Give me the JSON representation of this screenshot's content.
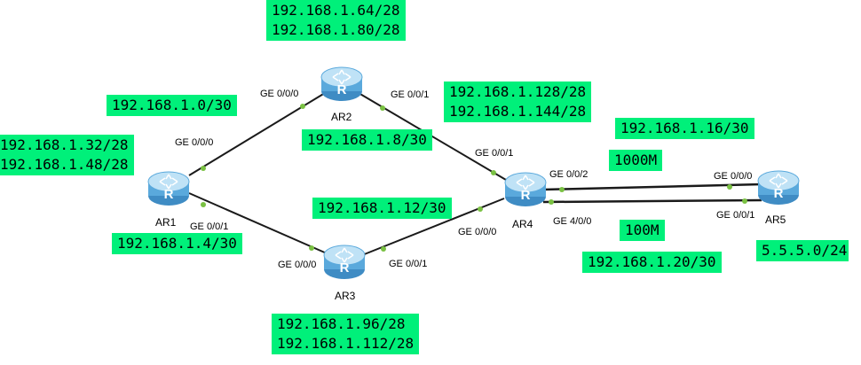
{
  "colors": {
    "label_bg": "#00f07a",
    "link": "#1a1a1a",
    "port_dot": "#7ac143",
    "router_body": "#5aa9dc",
    "router_top": "#bfe2f6"
  },
  "routers": {
    "ar1": "AR1",
    "ar2": "AR2",
    "ar3": "AR3",
    "ar4": "AR4",
    "ar5": "AR5"
  },
  "ports": {
    "ar1_g000": "GE 0/0/0",
    "ar1_g001": "GE 0/0/1",
    "ar2_g000": "GE 0/0/0",
    "ar2_g001": "GE 0/0/1",
    "ar3_g000": "GE 0/0/0",
    "ar3_g001": "GE 0/0/1",
    "ar4_g001": "GE 0/0/1",
    "ar4_g000": "GE 0/0/0",
    "ar4_g002": "GE 0/0/2",
    "ar4_g400": "GE 4/0/0",
    "ar5_g000": "GE 0/0/0",
    "ar5_g001": "GE 0/0/1"
  },
  "labels": {
    "ar2_lans": "192.168.1.64/28\n192.168.1.80/28",
    "link_ar1_ar2": "192.168.1.0/30",
    "ar1_lans": "192.168.1.32/28\n192.168.1.48/28",
    "link_ar2_ar4": "192.168.1.8/30",
    "ar4_lans": "192.168.1.128/28\n192.168.1.144/28",
    "link_ar4_ar5_a": "192.168.1.16/30",
    "speed_a": "1000M",
    "link_ar3_ar4": "192.168.1.12/30",
    "link_ar1_ar3": "192.168.1.4/30",
    "speed_b": "100M",
    "link_ar4_ar5_b": "192.168.1.20/30",
    "ar5_lan": "5.5.5.0/24",
    "ar3_lans": "192.168.1.96/28\n192.168.1.112/28"
  }
}
